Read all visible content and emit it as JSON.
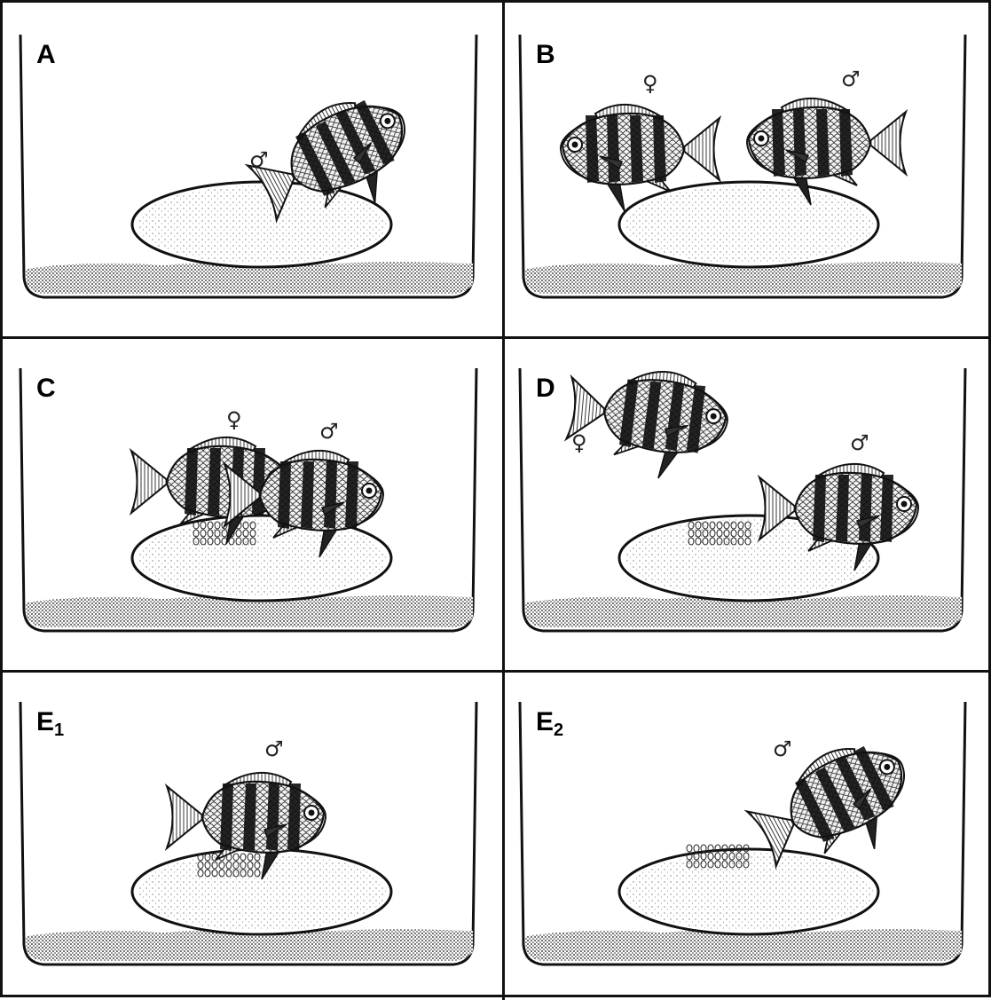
{
  "panels": [
    {
      "id": "A",
      "label": "A",
      "sub": "",
      "eggs": false,
      "fish": [
        {
          "sex": "male",
          "sex_symbol": "♂"
        }
      ]
    },
    {
      "id": "B",
      "label": "B",
      "sub": "",
      "eggs": false,
      "fish": [
        {
          "sex": "female",
          "sex_symbol": "♀"
        },
        {
          "sex": "male",
          "sex_symbol": "♂"
        }
      ]
    },
    {
      "id": "C",
      "label": "C",
      "sub": "",
      "eggs": true,
      "fish": [
        {
          "sex": "female",
          "sex_symbol": "♀"
        },
        {
          "sex": "male",
          "sex_symbol": "♂"
        }
      ]
    },
    {
      "id": "D",
      "label": "D",
      "sub": "",
      "eggs": true,
      "fish": [
        {
          "sex": "female",
          "sex_symbol": "♀"
        },
        {
          "sex": "male",
          "sex_symbol": "♂"
        }
      ]
    },
    {
      "id": "E1",
      "label": "E",
      "sub": "1",
      "eggs": true,
      "fish": [
        {
          "sex": "male",
          "sex_symbol": "♂"
        }
      ]
    },
    {
      "id": "E2",
      "label": "E",
      "sub": "2",
      "eggs": true,
      "fish": [
        {
          "sex": "male",
          "sex_symbol": "♂"
        }
      ]
    }
  ]
}
